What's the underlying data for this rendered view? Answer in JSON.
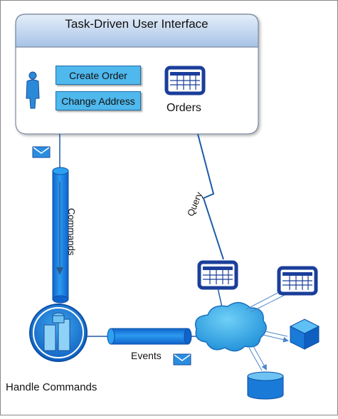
{
  "ui": {
    "title": "Task-Driven User Interface",
    "buttons": {
      "create_order": "Create Order",
      "change_address": "Change Address"
    },
    "orders_label": "Orders"
  },
  "flows": {
    "commands_label": "Commands",
    "query_label": "Query",
    "events_label": "Events"
  },
  "handler_label": "Handle Commands",
  "colors": {
    "accent_blue": "#1e90e6",
    "light_blue": "#4fb8ec",
    "dark_blue": "#1f5aa8",
    "header_gradient_top": "#dde9f7",
    "header_gradient_bottom": "#a9c4e6"
  },
  "icons": [
    "user-icon",
    "orders-grid-icon",
    "envelope-icon",
    "server-icon",
    "cloud-icon",
    "database-icon",
    "cube-icon"
  ]
}
